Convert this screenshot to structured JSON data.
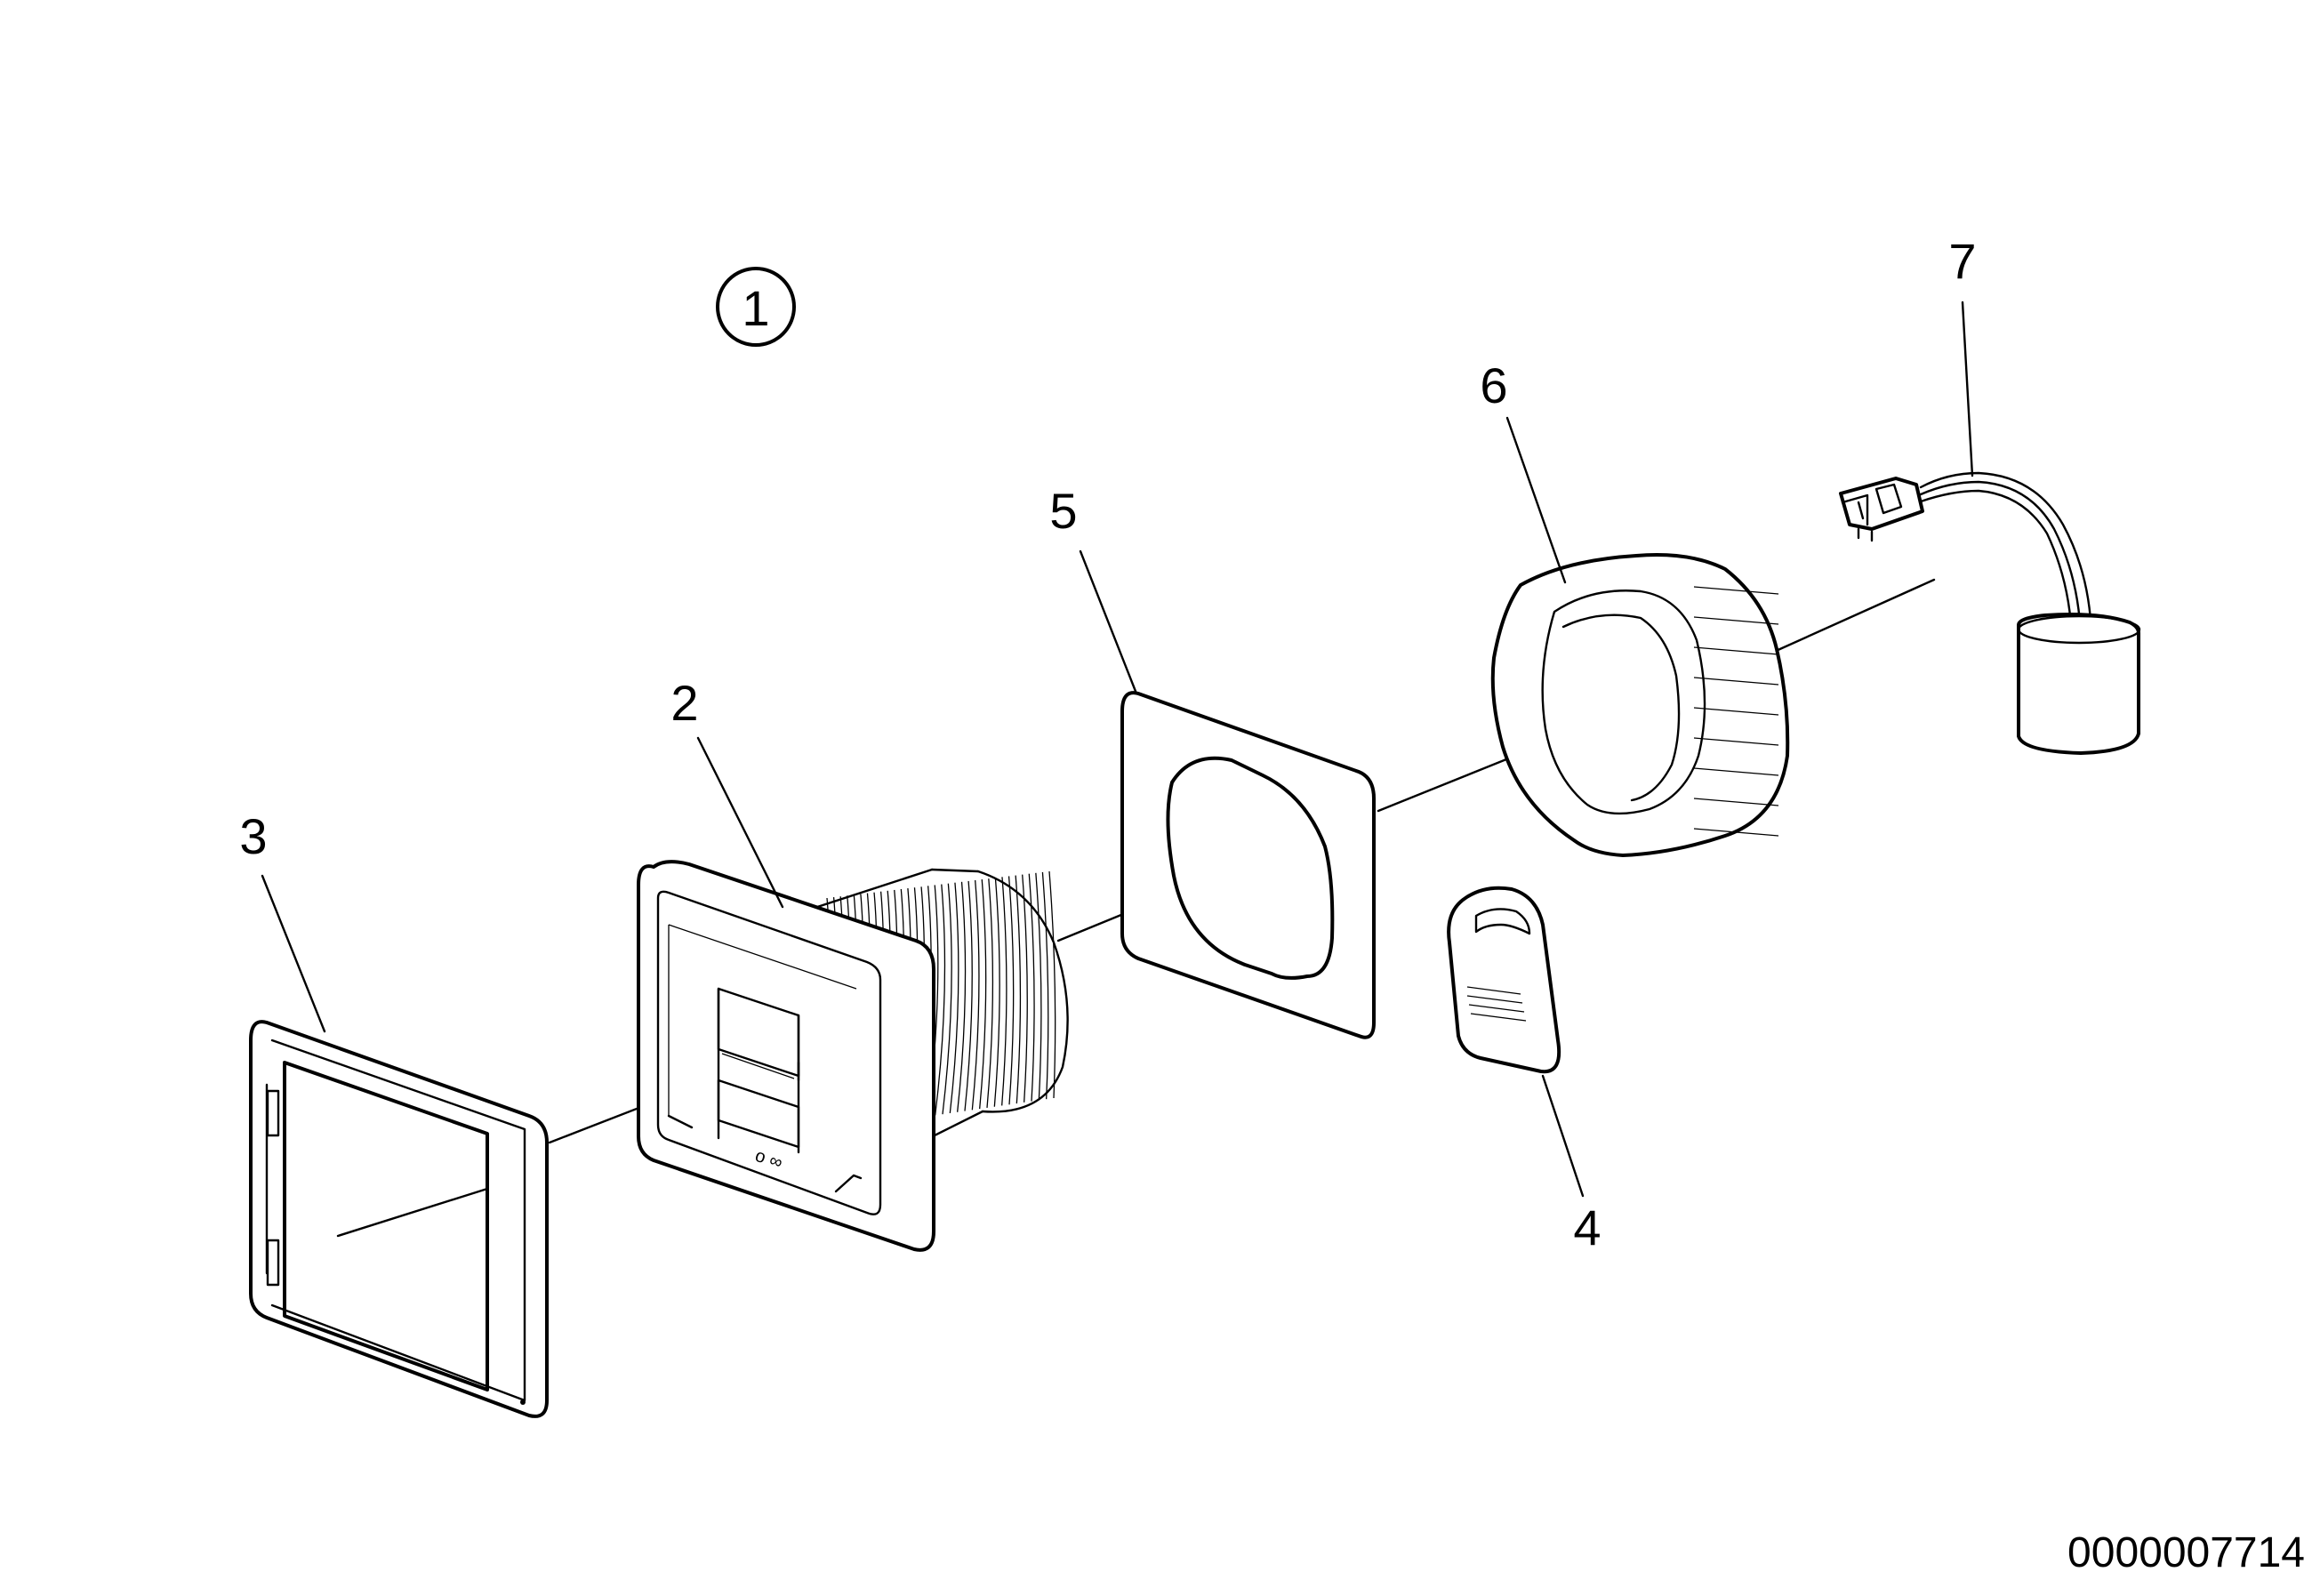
{
  "diagram": {
    "group_callout": "1",
    "callouts": [
      "2",
      "3",
      "4",
      "5",
      "6",
      "7"
    ],
    "drawing_number": "0000007714"
  }
}
